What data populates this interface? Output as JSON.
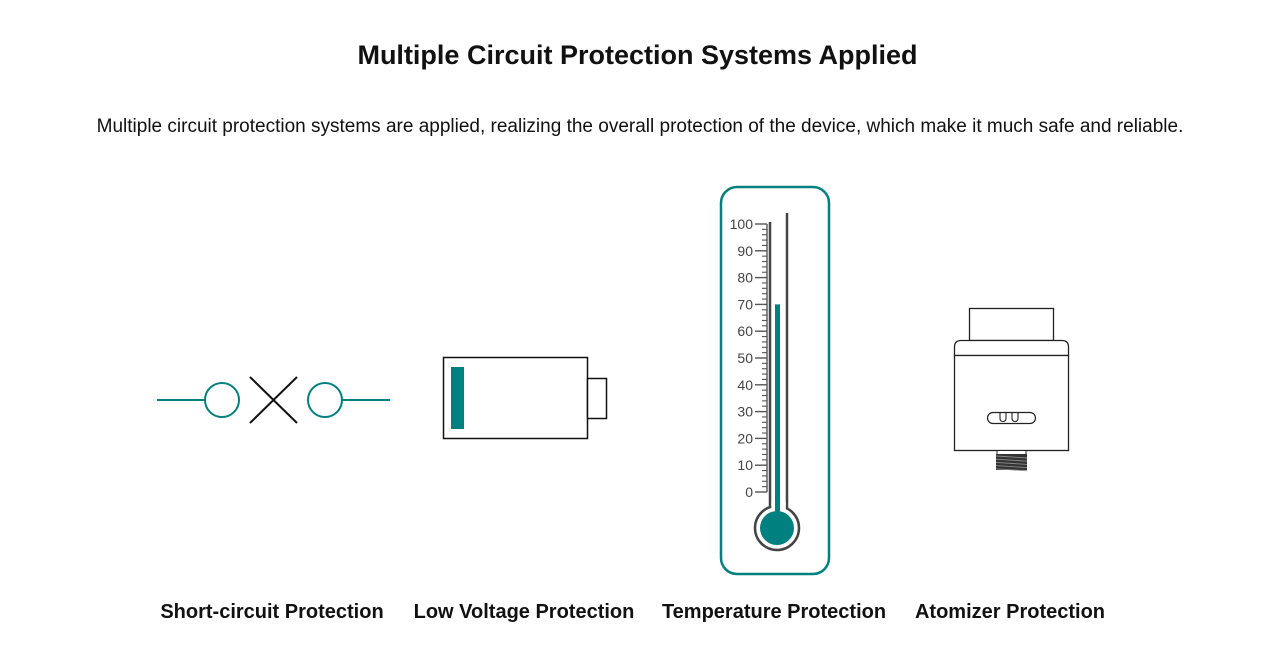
{
  "header": {
    "title": "Multiple Circuit Protection Systems Applied",
    "subtitle": "Multiple circuit protection systems are applied, realizing the overall protection of the device, which make it much safe and reliable."
  },
  "colors": {
    "accent": "#00807f",
    "outline": "#222222",
    "tick_gray": "#555555"
  },
  "features": [
    {
      "label": "Short-circuit Protection",
      "icon": "short-circuit-icon"
    },
    {
      "label": "Low Voltage Protection",
      "icon": "low-battery-icon"
    },
    {
      "label": "Temperature Protection",
      "icon": "thermometer-icon"
    },
    {
      "label": "Atomizer Protection",
      "icon": "atomizer-icon"
    }
  ],
  "thermometer": {
    "scale_labels": [
      "100",
      "90",
      "80",
      "70",
      "60",
      "50",
      "40",
      "30",
      "20",
      "10",
      "0"
    ],
    "level": 70
  },
  "battery": {
    "charge_fraction": 0.1
  }
}
